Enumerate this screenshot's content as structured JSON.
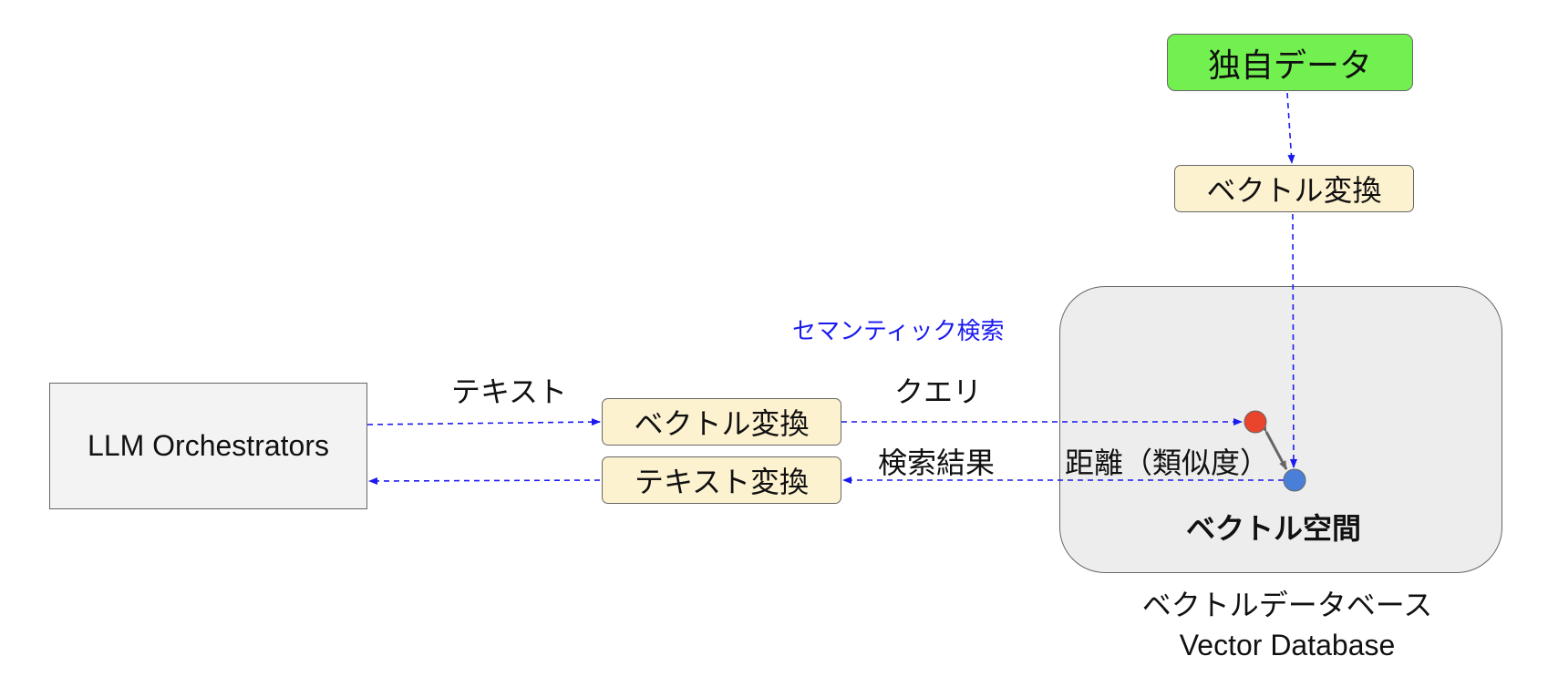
{
  "nodes": {
    "llm": "LLM Orchestrators",
    "vectorize_query": "ベクトル変換",
    "text_convert": "テキスト変換",
    "own_data": "独自データ",
    "vectorize_data": "ベクトル変換",
    "vector_space": "ベクトル空間"
  },
  "labels": {
    "semantic_search": "セマンティック検索",
    "text": "テキスト",
    "query": "クエリ",
    "search_result": "検索結果",
    "distance": "距離（類似度）"
  },
  "caption": {
    "jp": "ベクトルデータベース",
    "en": "Vector Database"
  },
  "colors": {
    "arrow": "#1a1af0",
    "query_point": "#e8452c",
    "data_point": "#4a7fd9",
    "own_data_fill": "#71f04f",
    "converter_fill": "#fdf2d0",
    "vector_space_fill": "#ededed"
  }
}
